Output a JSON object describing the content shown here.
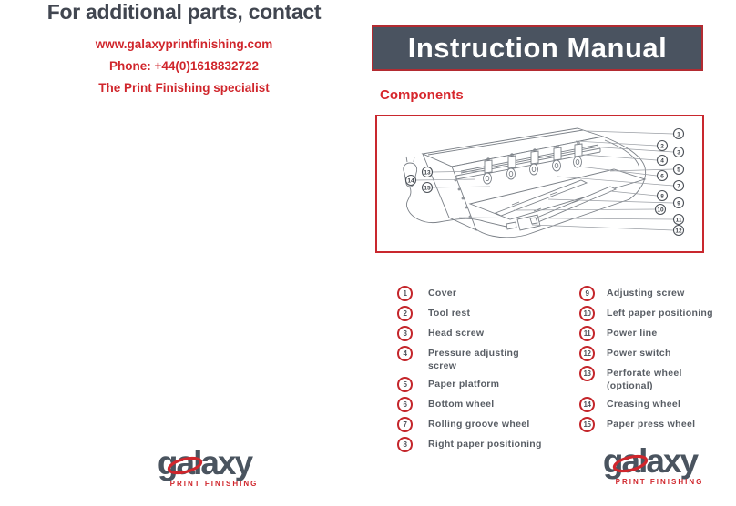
{
  "page": {
    "title": "Instruction Manual",
    "section_heading": "Components"
  },
  "left_page": {
    "heading": "For additional parts, contact",
    "website": "www.galaxyprintfinishing.com",
    "phone": "Phone: +44(0)1618832722",
    "tagline": "The Print Finishing specialist"
  },
  "logo": {
    "wordmark": "galaxy",
    "subtext": "PRINT FINISHING"
  },
  "components": {
    "left": [
      {
        "num": "1",
        "label": "Cover"
      },
      {
        "num": "2",
        "label": "Tool rest"
      },
      {
        "num": "3",
        "label": "Head screw"
      },
      {
        "num": "4",
        "label": "Pressure adjusting\nscrew"
      },
      {
        "num": "5",
        "label": "Paper platform"
      },
      {
        "num": "6",
        "label": "Bottom wheel"
      },
      {
        "num": "7",
        "label": "Rolling groove wheel"
      },
      {
        "num": "8",
        "label": "Right paper positioning"
      }
    ],
    "right": [
      {
        "num": "9",
        "label": "Adjusting screw"
      },
      {
        "num": "10",
        "label": "Left paper positioning"
      },
      {
        "num": "11",
        "label": "Power line"
      },
      {
        "num": "12",
        "label": "Power switch"
      },
      {
        "num": "13",
        "label": "Perforate wheel\n(optional)"
      },
      {
        "num": "14",
        "label": "Creasing wheel"
      },
      {
        "num": "15",
        "label": "Paper press wheel"
      }
    ]
  },
  "diagram": {
    "callouts": [
      "1",
      "2",
      "3",
      "4",
      "5",
      "6",
      "7",
      "8",
      "9",
      "10",
      "11",
      "12",
      "13",
      "14",
      "15"
    ]
  },
  "colors": {
    "accent_red": "#d0262c",
    "title_box_bg": "#4a5360",
    "heading_gray": "#414650",
    "label_gray": "#585d64"
  }
}
